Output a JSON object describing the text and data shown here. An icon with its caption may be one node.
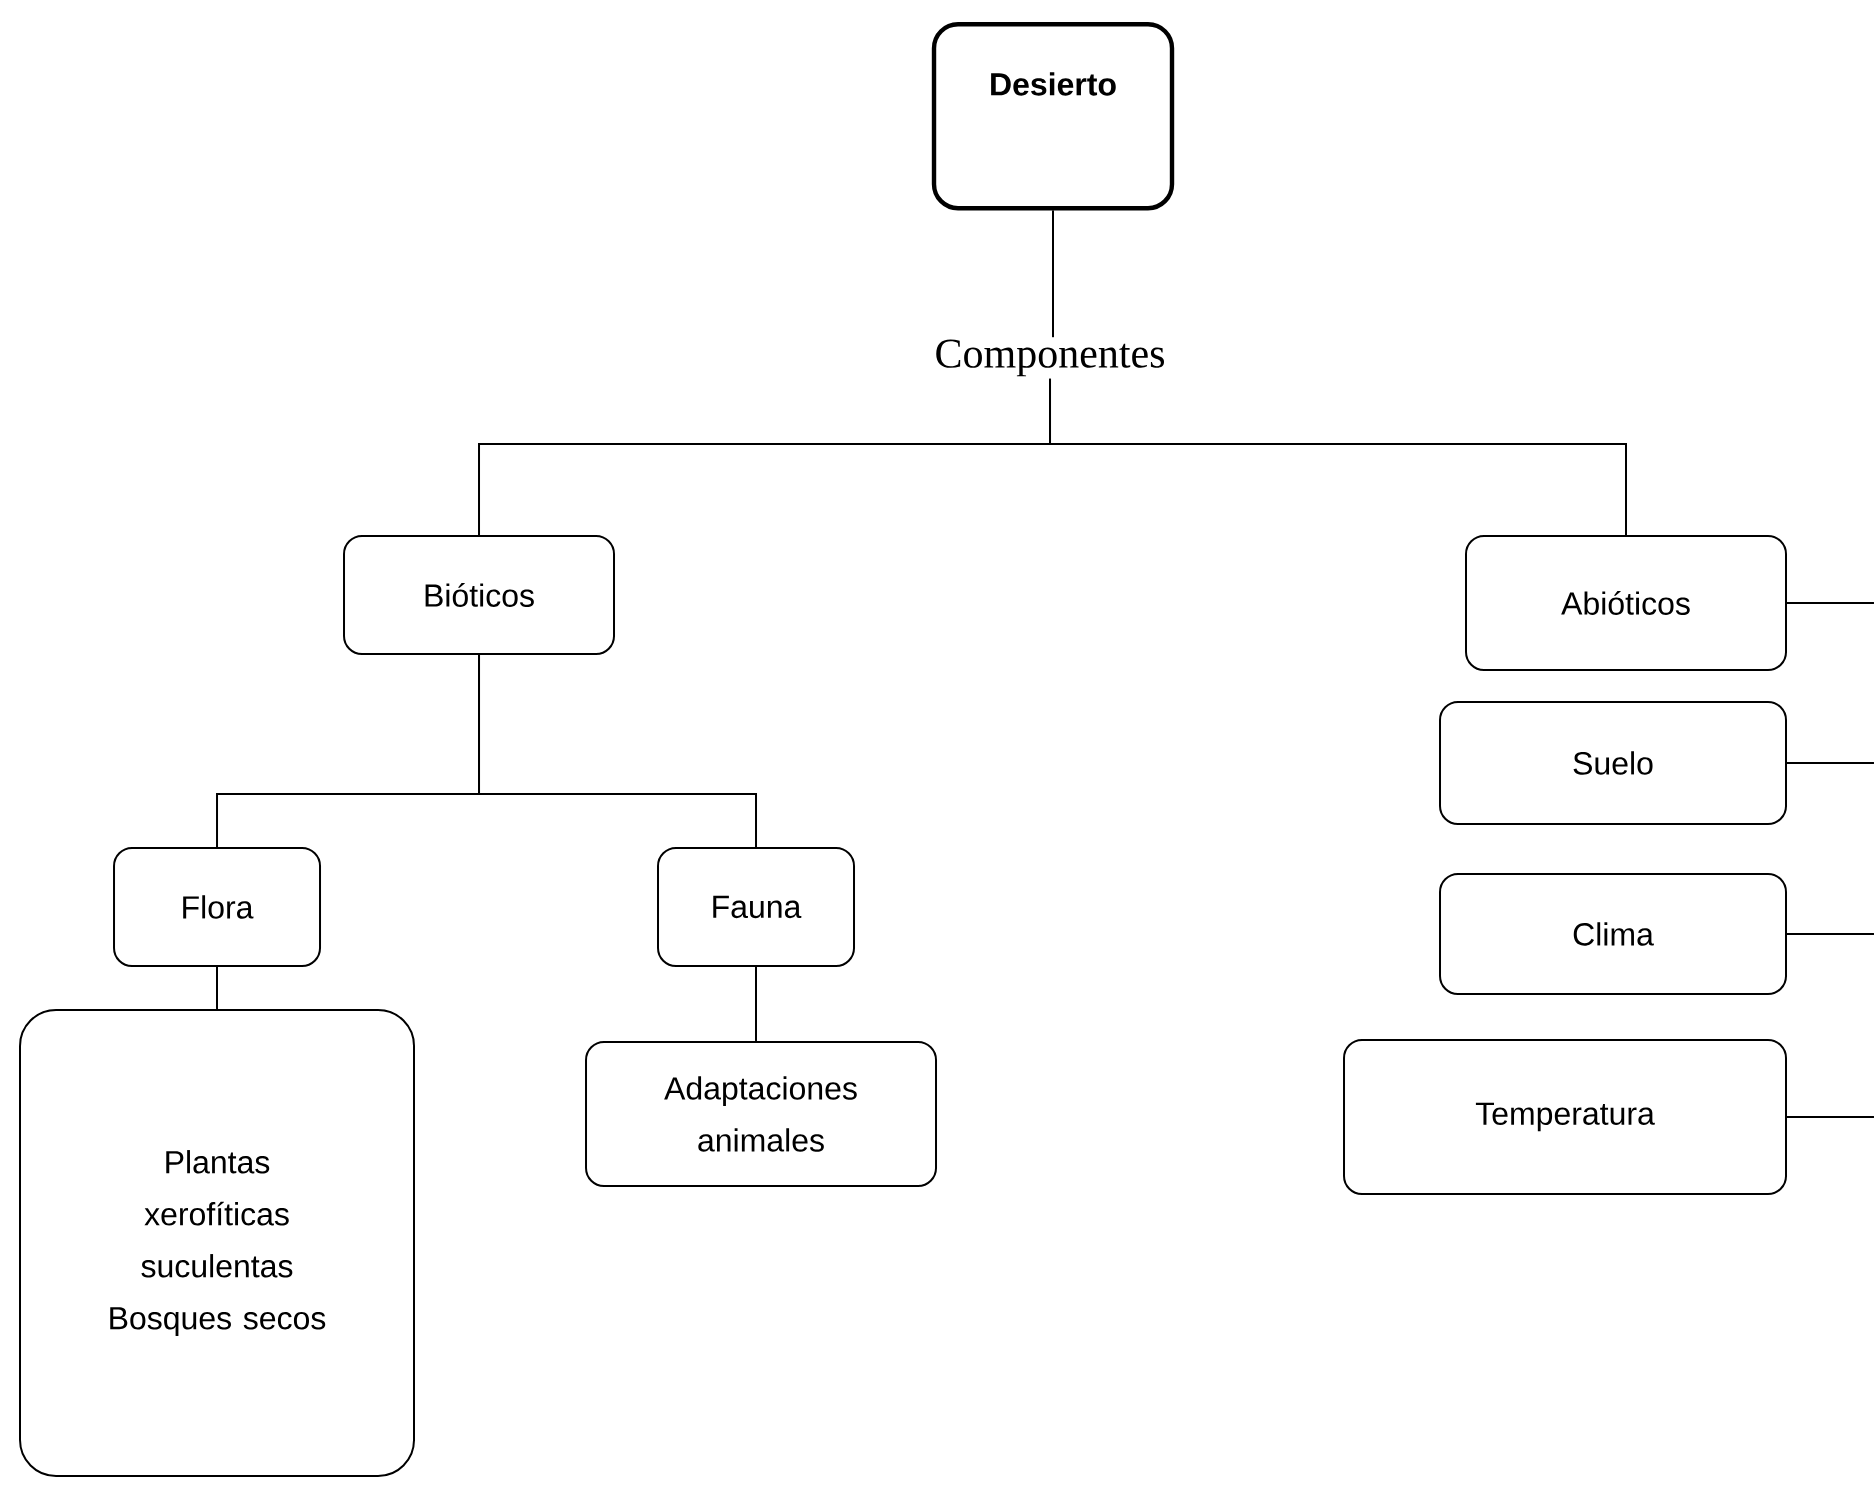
{
  "diagram": {
    "nodes": [
      {
        "text": [
          "Desierto"
        ]
      },
      {
        "text": [
          "Componentes"
        ]
      },
      {
        "text": [
          "Bióticos"
        ]
      },
      {
        "text": [
          "Abióticos"
        ]
      },
      {
        "text": [
          "Flora"
        ]
      },
      {
        "text": [
          "Fauna"
        ]
      },
      {
        "text": [
          "Suelo"
        ]
      },
      {
        "text": [
          "Clima"
        ]
      },
      {
        "text": [
          "Plantas xerofíticas suculentas Bosques secos"
        ]
      },
      {
        "text": [
          "Adaptaciones animales"
        ]
      },
      {
        "text": [
          "Temperatura"
        ]
      }
    ],
    "edges": [
      {
        "from": 0,
        "to": 1,
        "arrow": "none"
      },
      {
        "from": 1,
        "to": 2,
        "arrow": "none"
      },
      {
        "from": 1,
        "to": 3,
        "arrow": "none"
      },
      {
        "from": 2,
        "to": 4,
        "arrow": "none"
      },
      {
        "from": 2,
        "to": 5,
        "arrow": "none"
      },
      {
        "from": 4,
        "to": 8,
        "arrow": "none"
      },
      {
        "from": 5,
        "to": 9,
        "arrow": "none"
      },
      {
        "from": 3,
        "to": null,
        "arrow": "none"
      },
      {
        "from": 6,
        "to": null,
        "arrow": "none"
      },
      {
        "from": 7,
        "to": null,
        "arrow": "none"
      },
      {
        "from": 10,
        "to": null,
        "arrow": "none"
      }
    ]
  }
}
